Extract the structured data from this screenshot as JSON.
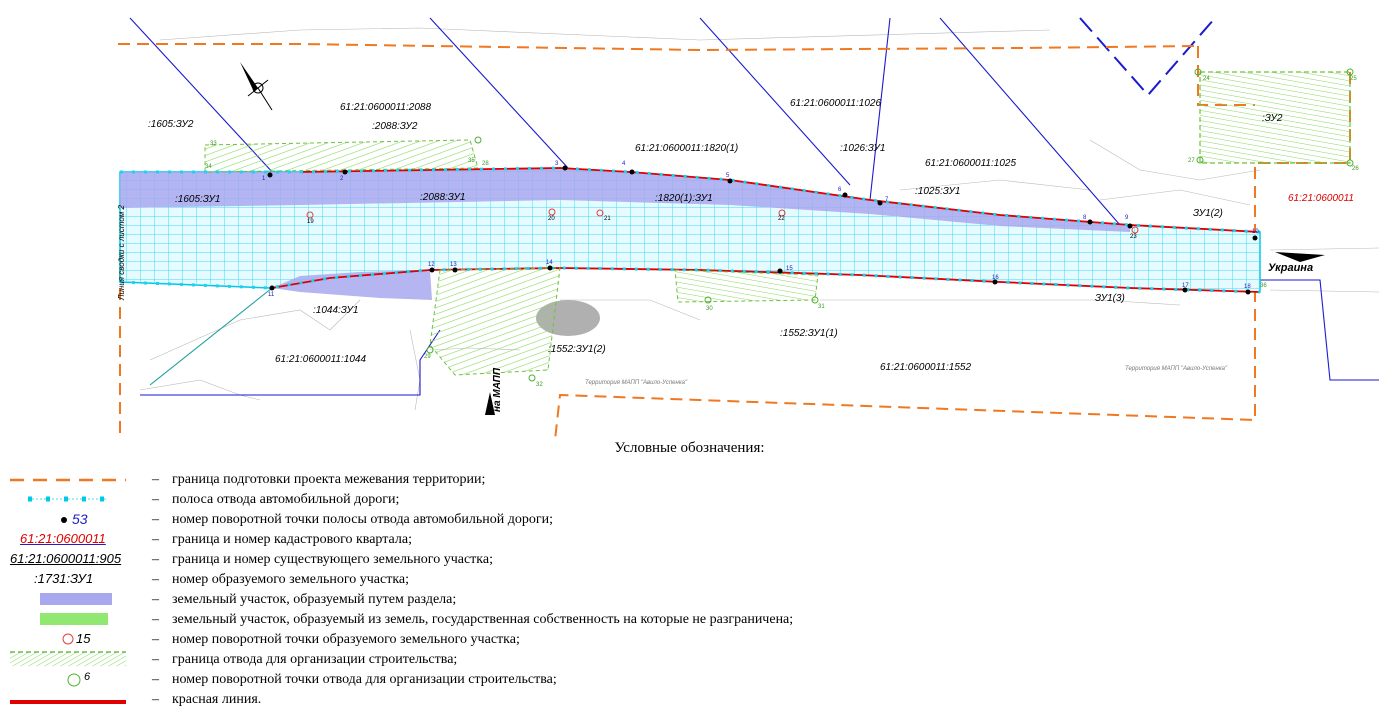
{
  "map": {
    "parcel_labels": {
      "p1605_zu2": ":1605:ЗУ2",
      "p2088_zu2": ":2088:ЗУ2",
      "p1605_zu1": ":1605:ЗУ1",
      "p2088_zu1": ":2088:ЗУ1",
      "p1820_zu1": ":1820(1):ЗУ1",
      "p1026_zu1": ":1026:ЗУ1",
      "p1025_zu1": ":1025:ЗУ1",
      "zu1_2": "ЗУ1(2)",
      "zu1_3": "ЗУ1(3)",
      "zu2": ":ЗУ2",
      "p1044_zu1": ":1044:ЗУ1",
      "p1552_zu1_2": ":1552:ЗУ1(2)",
      "p1552_zu1_1": ":1552:ЗУ1(1)"
    },
    "cadastral_labels": {
      "c2088": "61:21:0600011:2088",
      "c1026": "61:21:0600011:1026",
      "c1820": "61:21:0600011:1820(1)",
      "c1025": "61:21:0600011:1025",
      "c1044": "61:21:0600011:1044",
      "c1552": "61:21:0600011:1552",
      "quarter": "61:21:0600011"
    },
    "text_labels": {
      "ukraine": "Украина",
      "to_mapp": "на МАПП",
      "road_vertical": "Линия сводки с листом 2",
      "territory_left": "Территория МАПП \"Авило-Успенка\"",
      "territory_right": "Территория МАПП \"Авило-Успенка\""
    },
    "point_numbers": [
      "1",
      "2",
      "3",
      "4",
      "5",
      "6",
      "7",
      "8",
      "9",
      "10",
      "11",
      "12",
      "13",
      "14",
      "15",
      "16",
      "17",
      "18",
      "19",
      "20",
      "21",
      "22",
      "23",
      "24",
      "25",
      "26",
      "27",
      "28",
      "29",
      "30",
      "31",
      "32",
      "33",
      "34",
      "35",
      "36"
    ],
    "colors": {
      "boundary_orange": "#f07820",
      "right_of_way_cyan": "#00d8f0",
      "division_purple": "#a8a8ee",
      "state_land_green": "#90e870",
      "red_line": "#e00000",
      "cadastral_blue": "#1a1ad0"
    }
  },
  "legend": {
    "title": "Условные обозначения:",
    "dash": "–",
    "items": [
      {
        "symbol": "orange-dashed-line",
        "text": "граница подготовки проекта межевания территории;"
      },
      {
        "symbol": "cyan-row-strip",
        "text": "полоса отвода автомобильной дороги;"
      },
      {
        "symbol_text": "53",
        "symbol": "black-dot-number",
        "text": "номер поворотной точки полосы отвода автомобильной дороги;"
      },
      {
        "symbol_text": "61:21:0600011",
        "symbol": "red-quarter-number",
        "text": "граница и номер кадастрового квартала;"
      },
      {
        "symbol_text": "61:21:0600011:905",
        "symbol": "existing-parcel-number",
        "text": "граница и номер существующего земельного участка;"
      },
      {
        "symbol_text": ":1731:ЗУ1",
        "symbol": "new-parcel-number",
        "text": "номер образуемого земельного участка;"
      },
      {
        "symbol": "purple-fill",
        "text": "земельный участок, образуемый путем раздела;"
      },
      {
        "symbol": "green-fill",
        "text": "земельный участок, образуемый из земель, государственная собственность на которые не разграничена;"
      },
      {
        "symbol_text": "15",
        "symbol": "red-circle-number",
        "text": "номер поворотной точки образуемого земельного участка;"
      },
      {
        "symbol": "green-hatch-dashed",
        "text": "граница отвода для организации строительства;"
      },
      {
        "symbol_text": "6",
        "symbol": "green-circle-number",
        "text": "номер поворотной точки отвода для организации строительства;"
      },
      {
        "symbol": "red-line",
        "text": "красная линия."
      }
    ]
  }
}
